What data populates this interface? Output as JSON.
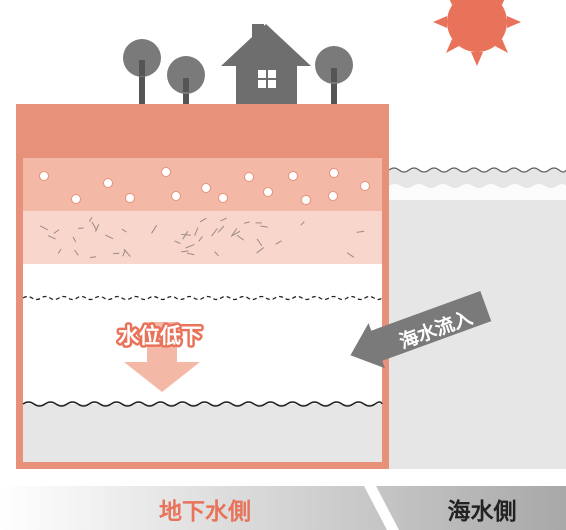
{
  "labels": {
    "water_level_drop": "水位低下",
    "seawater_inflow": "海水流入",
    "groundwater_side": "地下水側",
    "sea_side": "海水側"
  },
  "icons": [
    "sun-icon",
    "house-icon",
    "tree-icon",
    "down-arrow-icon",
    "left-arrow-icon"
  ],
  "colors": {
    "accent": "#E8735A",
    "soil_top": "#E8917A",
    "soil_mid": "#F3B8A6",
    "soil_low": "#F8D6CC",
    "sea": "#E6E6E6",
    "gray_icon": "#7A7A7A",
    "dark_text": "#222222"
  }
}
